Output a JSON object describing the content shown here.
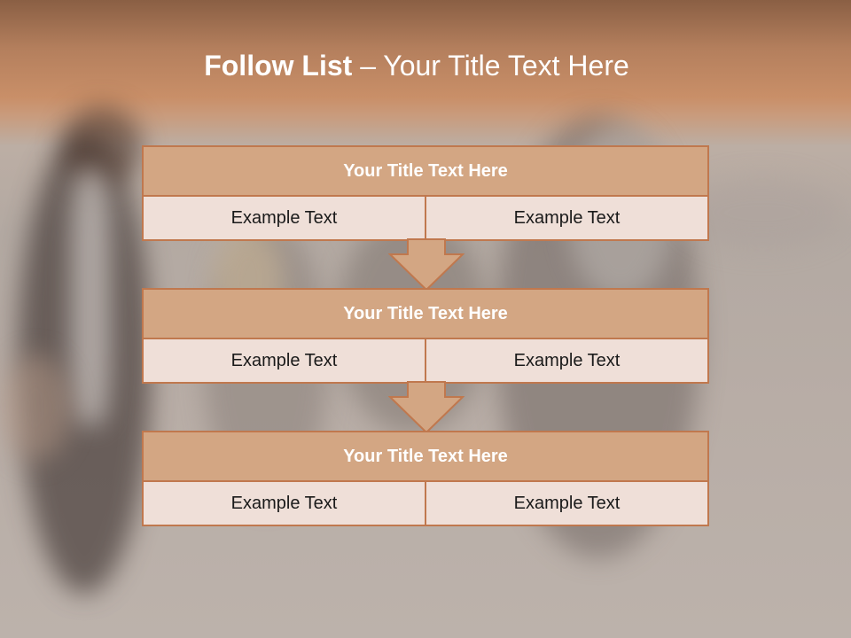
{
  "slide": {
    "title_bold": "Follow List",
    "title_rest": " – Your Title Text Here"
  },
  "boxes": [
    {
      "title": "Your Title Text Here",
      "left": "Example Text",
      "right": "Example Text"
    },
    {
      "title": "Your Title Text Here",
      "left": "Example Text",
      "right": "Example Text"
    },
    {
      "title": "Your Title Text Here",
      "left": "Example Text",
      "right": "Example Text"
    }
  ],
  "colors": {
    "accent": "#c0784e",
    "header_fill": "#d3a683",
    "cell_fill": "#efdfd8"
  },
  "icons": [
    "down-arrow-icon",
    "down-arrow-icon"
  ]
}
